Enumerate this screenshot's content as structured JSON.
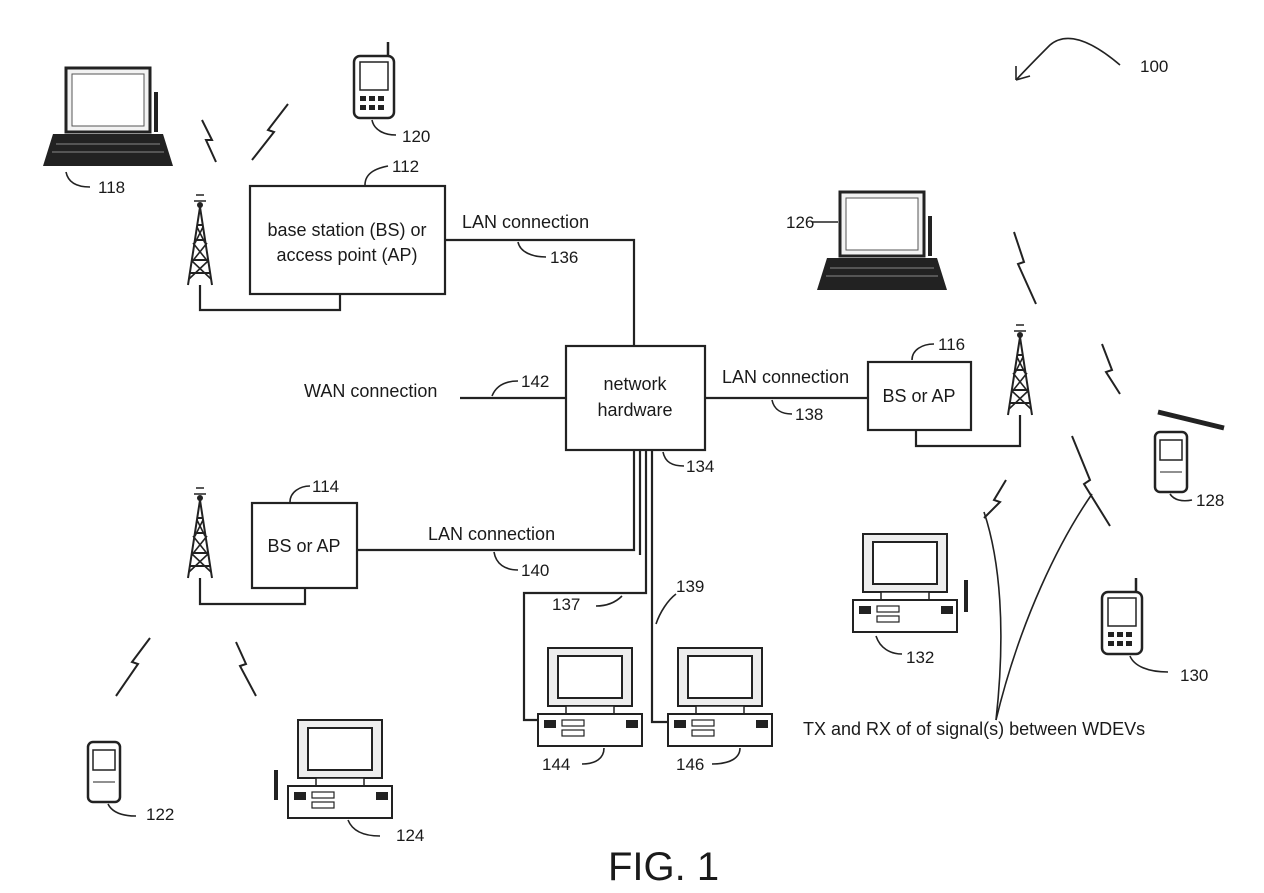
{
  "figure_label": "FIG. 1",
  "system_ref": "100",
  "nodes": {
    "bs_ap_112": {
      "lines": [
        "base station (BS) or",
        "access point (AP)"
      ],
      "ref": "112"
    },
    "bs_ap_114": {
      "label": "BS or AP",
      "ref": "114"
    },
    "bs_ap_116": {
      "label": "BS or AP",
      "ref": "116"
    },
    "network_hardware": {
      "lines": [
        "network",
        "hardware"
      ],
      "ref": "134"
    }
  },
  "connections": {
    "lan_136": {
      "label": "LAN connection",
      "ref": "136"
    },
    "lan_138": {
      "label": "LAN connection",
      "ref": "138"
    },
    "lan_140": {
      "label": "LAN connection",
      "ref": "140"
    },
    "wan_142": {
      "label": "WAN connection",
      "ref": "142"
    },
    "link_137": {
      "ref": "137"
    },
    "link_139": {
      "ref": "139"
    }
  },
  "devices": {
    "laptop_118": "118",
    "phone_120": "120",
    "cell_122": "122",
    "desktop_124": "124",
    "laptop_126": "126",
    "cell_128": "128",
    "phone_130": "130",
    "desktop_132": "132",
    "desktop_144": "144",
    "desktop_146": "146"
  },
  "annotations": {
    "wdev_signal": "TX and RX of of signal(s) between WDEVs"
  }
}
